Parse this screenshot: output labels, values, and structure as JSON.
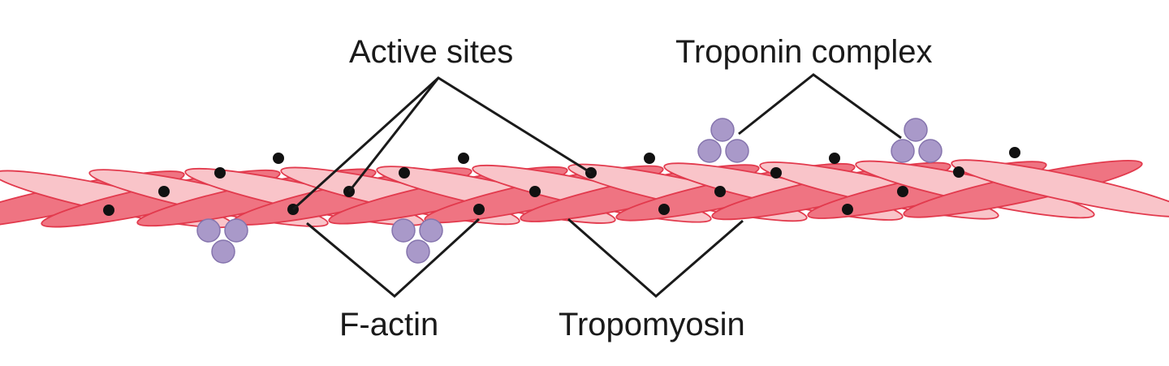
{
  "labels": {
    "active_sites": "Active sites",
    "troponin_complex": "Troponin complex",
    "f_actin": "F-actin",
    "tropomyosin": "Tropomyosin"
  },
  "colors": {
    "strand_dark": "#ef7482",
    "strand_light": "#f9c4c9",
    "strand_outline": "#e23a4d",
    "active_site": "#111111",
    "troponin": "#a999c9",
    "troponin_outline": "#8574ad",
    "leader_line": "#1a1a1a"
  }
}
